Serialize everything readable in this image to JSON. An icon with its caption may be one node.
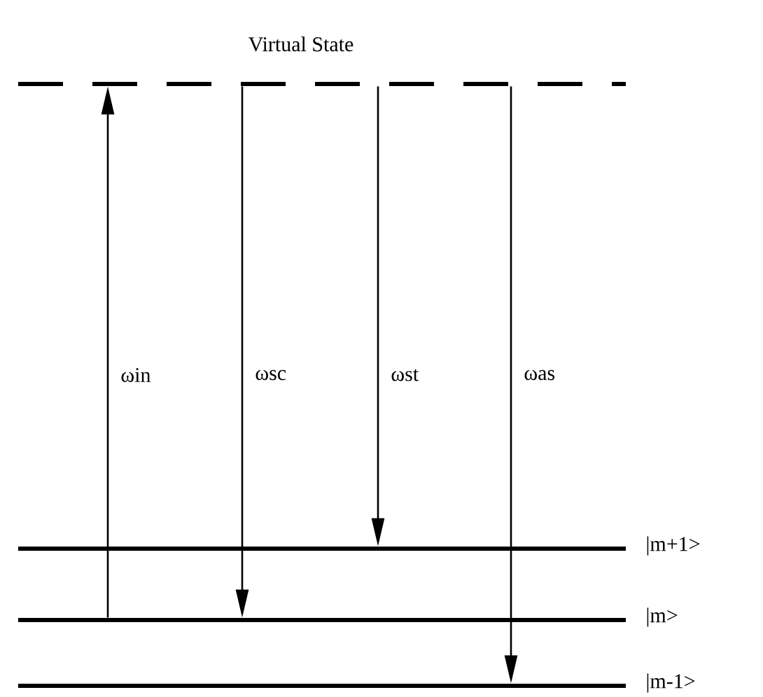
{
  "diagram": {
    "nodes": [
      {
        "text": [
          "Virtual State"
        ]
      },
      {
        "text": [
          "|m+1>"
        ]
      },
      {
        "text": [
          "|m>"
        ]
      },
      {
        "text": [
          "|m-1>"
        ]
      }
    ],
    "edges": [
      {
        "from": 2,
        "to": 0,
        "arrow": "to",
        "label": "ωin"
      },
      {
        "from": 0,
        "to": 2,
        "arrow": "to",
        "label": "ωsc"
      },
      {
        "from": 0,
        "to": 1,
        "arrow": "to",
        "label": "ωst"
      },
      {
        "from": 0,
        "to": 3,
        "arrow": "to",
        "label": "ωas"
      }
    ]
  }
}
